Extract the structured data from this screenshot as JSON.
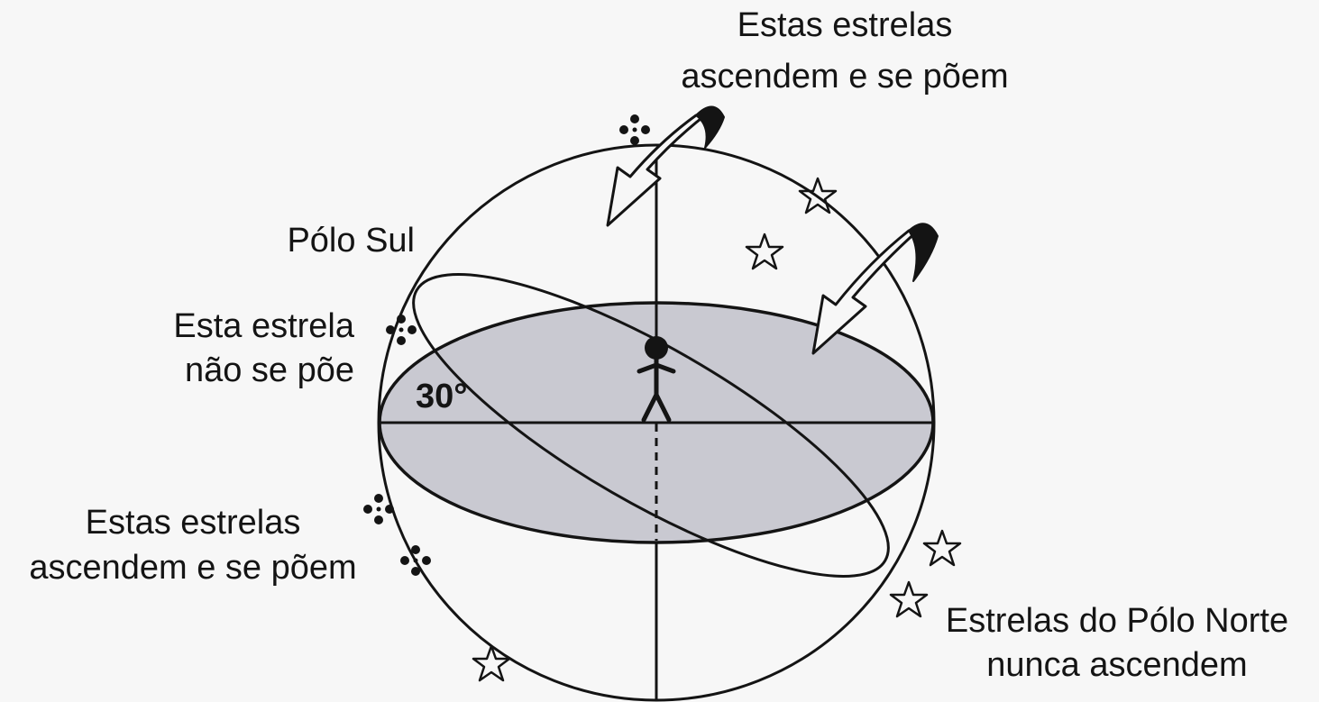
{
  "labels": {
    "top_line1": "Estas estrelas",
    "top_line2": "ascendem e se põem",
    "polo_sul": "Pólo Sul",
    "nao_se_poe_line1": "Esta estrela",
    "nao_se_poe_line2": "não se põe",
    "angle": "30°",
    "left_line1": "Estas estrelas",
    "left_line2": "ascendem e se põem",
    "norte_line1": "Estrelas do Pólo Norte",
    "norte_line2": "nunca ascendem"
  },
  "icons": {
    "observer": "stick-figure-icon",
    "southern_star": "four-dot-star-icon",
    "northern_star": "outline-star-icon",
    "rotation_arrow": "curved-arrow-icon"
  },
  "colors": {
    "ink": "#141414",
    "horizon_fill": "#c9c9d1",
    "background": "#f7f7f7"
  }
}
